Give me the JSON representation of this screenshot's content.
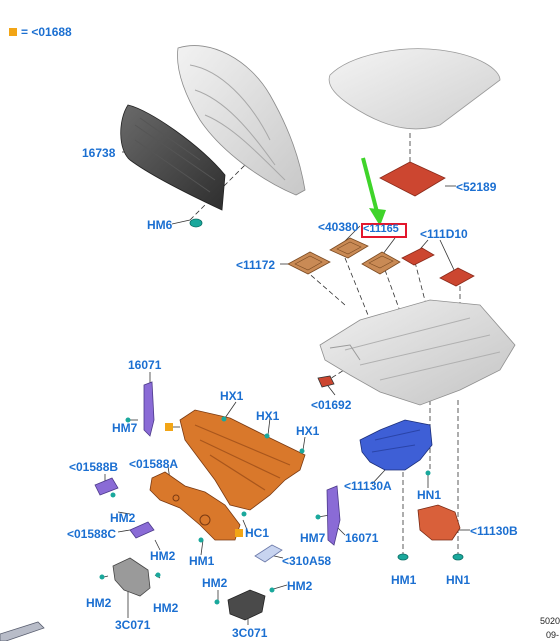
{
  "legend": {
    "text": "= <01688",
    "color": "#f2a516"
  },
  "labels": {
    "p16738": "16738",
    "hm6": "HM6",
    "p52189": "<52189",
    "p40380": "<40380",
    "p11165": "<11165",
    "p111d10": "<111D10",
    "p11172": "<11172",
    "p01692": "<01692",
    "p16071_top": "16071",
    "hx1_a": "HX1",
    "hx1_b": "HX1",
    "hx1_c": "HX1",
    "hm7_a": "HM7",
    "p01588b": "<01588B",
    "p01588a": "<01588A",
    "p11130a": "<11130A",
    "hn1_a": "HN1",
    "hm2_a": "HM2",
    "p01588c": "<01588C",
    "hm2_b": "HM2",
    "hc1": "HC1",
    "hm1_a": "HM1",
    "hm7_b": "HM7",
    "p16071_bot": "16071",
    "p11130b": "<11130B",
    "p310a58": "<310A58",
    "hm1_b": "HM1",
    "hn1_b": "HN1",
    "hm2_c": "HM2",
    "hm2_d": "HM2",
    "hm2_e": "HM2",
    "p3c071_a": "3C071",
    "p3c071_b": "3C071"
  },
  "corner": {
    "line1": "5020",
    "line2": "09-"
  },
  "colors": {
    "label": "#1b6fd1",
    "highlight": "#e3172d",
    "arrow": "#3fd42a",
    "dashboard": "#d9782b",
    "blue_part": "#3e5fd6",
    "purple_part": "#8a6bd6",
    "orange_part": "#d9603a",
    "pad_red": "#cc4630",
    "pad_tan": "#c98a55"
  }
}
